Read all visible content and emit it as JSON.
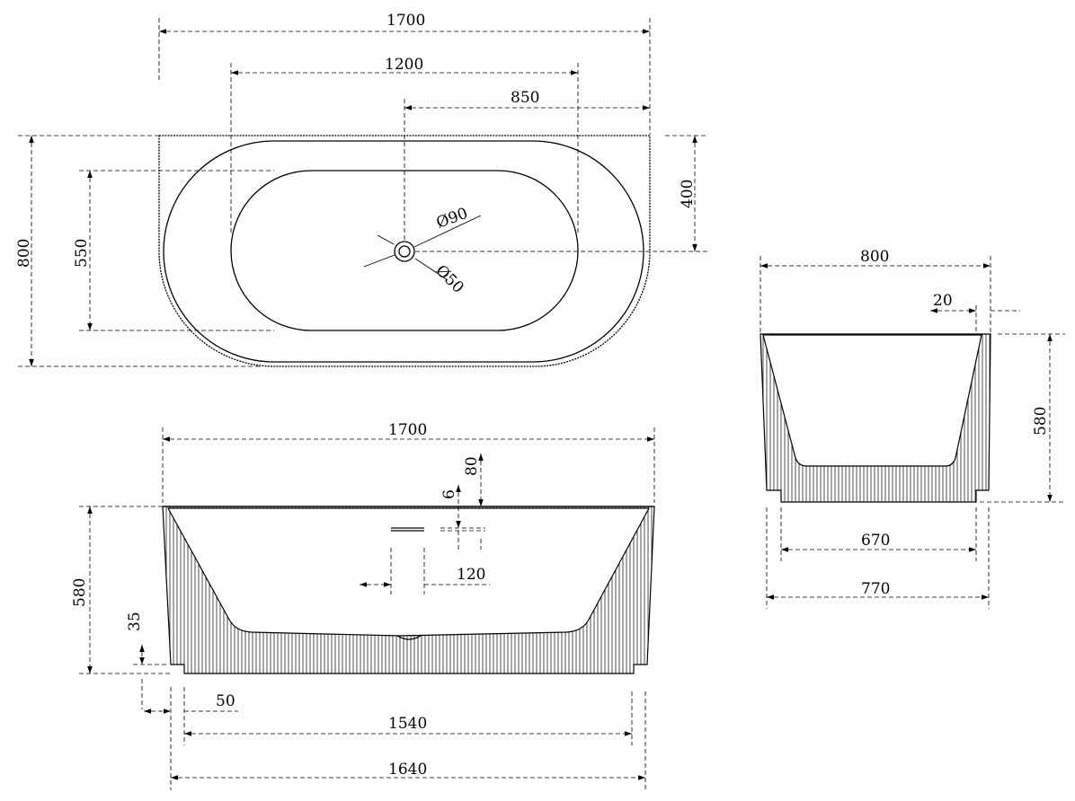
{
  "top_view": {
    "overall_length": "1700",
    "basin_length": "1200",
    "drain_offset_x": "850",
    "overall_width": "800",
    "basin_width": "550",
    "drain_offset_y": "400",
    "drain_outer_diameter": "Ø90",
    "drain_inner_diameter": "Ø50"
  },
  "front_view": {
    "overall_length": "1700",
    "overflow_top_offset": "80",
    "overflow_height": "6",
    "height": "580",
    "plinth_height": "35",
    "overflow_width": "120",
    "plinth_inset": "50",
    "base_length_inner": "1540",
    "base_length_outer": "1640"
  },
  "side_view": {
    "overall_width": "800",
    "rim_offset": "20",
    "height": "580",
    "base_width_inner": "670",
    "base_width_outer": "770"
  }
}
